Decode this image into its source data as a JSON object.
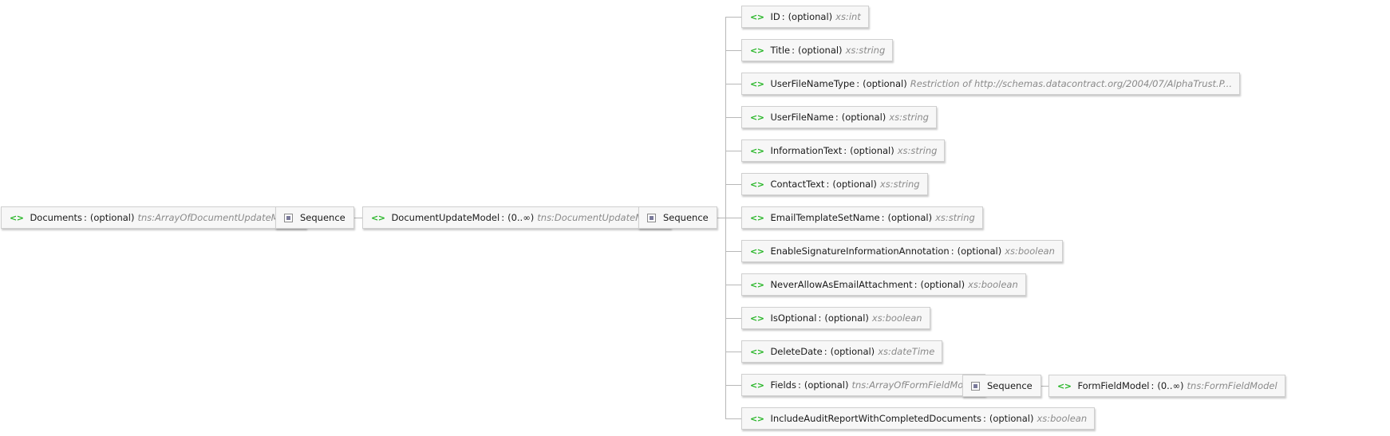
{
  "root": {
    "name": "Documents",
    "occurs": "(optional)",
    "type": "tns:ArrayOfDocumentUpdateModel"
  },
  "sequence_label": "Sequence",
  "model": {
    "name": "DocumentUpdateModel",
    "occurs": "(0..∞)",
    "type": "tns:DocumentUpdateModel"
  },
  "children": [
    {
      "name": "ID",
      "occurs": "(optional)",
      "type": "xs:int"
    },
    {
      "name": "Title",
      "occurs": "(optional)",
      "type": "xs:string"
    },
    {
      "name": "UserFileNameType",
      "occurs": "(optional)",
      "type": "Restriction of http://schemas.datacontract.org/2004/07/AlphaTrust.P..."
    },
    {
      "name": "UserFileName",
      "occurs": "(optional)",
      "type": "xs:string"
    },
    {
      "name": "InformationText",
      "occurs": "(optional)",
      "type": "xs:string"
    },
    {
      "name": "ContactText",
      "occurs": "(optional)",
      "type": "xs:string"
    },
    {
      "name": "EmailTemplateSetName",
      "occurs": "(optional)",
      "type": "xs:string"
    },
    {
      "name": "EnableSignatureInformationAnnotation",
      "occurs": "(optional)",
      "type": "xs:boolean"
    },
    {
      "name": "NeverAllowAsEmailAttachment",
      "occurs": "(optional)",
      "type": "xs:boolean"
    },
    {
      "name": "IsOptional",
      "occurs": "(optional)",
      "type": "xs:boolean"
    },
    {
      "name": "DeleteDate",
      "occurs": "(optional)",
      "type": "xs:dateTime"
    },
    {
      "name": "Fields",
      "occurs": "(optional)",
      "type": "tns:ArrayOfFormFieldModel"
    },
    {
      "name": "IncludeAuditReportWithCompletedDocuments",
      "occurs": "(optional)",
      "type": "xs:boolean"
    }
  ],
  "form_field": {
    "name": "FormFieldModel",
    "occurs": "(0..∞)",
    "type": "tns:FormFieldModel"
  },
  "icons": {
    "element": "element-icon",
    "sequence": "sequence-icon"
  },
  "colors": {
    "element_icon": "#22b422",
    "type_text": "#8a8a8a",
    "connector": "#b8b8b8"
  }
}
